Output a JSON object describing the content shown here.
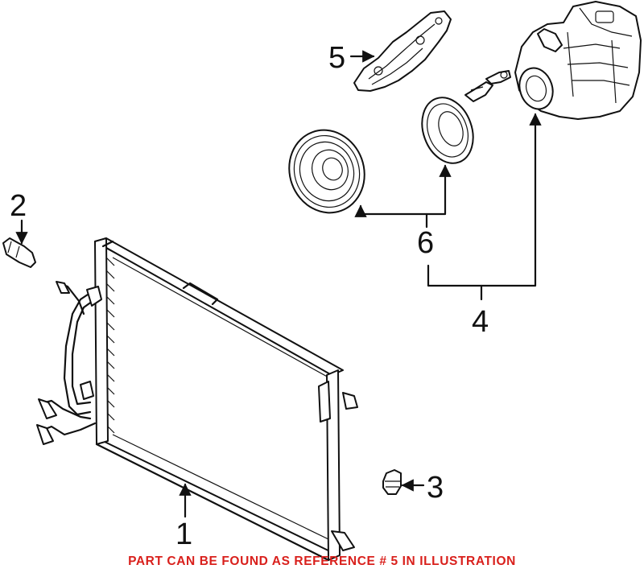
{
  "callouts": {
    "c1": "1",
    "c2": "2",
    "c3": "3",
    "c4": "4",
    "c5": "5",
    "c6": "6"
  },
  "note": {
    "text": "PART CAN BE FOUND AS REFERENCE # 5 IN ILLUSTRATION",
    "color": "#d9201c"
  },
  "parts": [
    {
      "ref": "1",
      "depiction": "condenser"
    },
    {
      "ref": "2",
      "depiction": "pressure-switch"
    },
    {
      "ref": "3",
      "depiction": "plug"
    },
    {
      "ref": "4",
      "depiction": "compressor"
    },
    {
      "ref": "5",
      "depiction": "compressor-bracket"
    },
    {
      "ref": "6",
      "depiction": "clutch-pulley-assembly"
    }
  ]
}
